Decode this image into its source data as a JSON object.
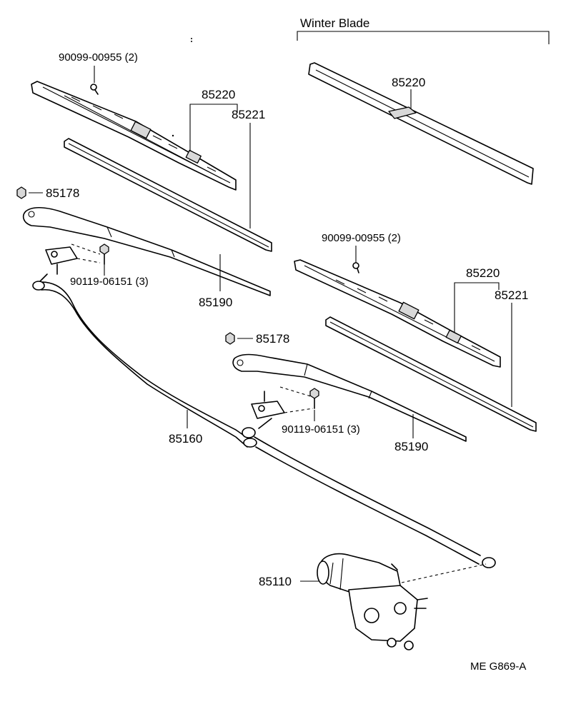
{
  "header": {
    "winter_blade_label": "Winter Blade"
  },
  "labels": {
    "screw_a_left": "90099-00955 (2)",
    "screw_a_right": "90099-00955 (2)",
    "blade_assy_left": "85220",
    "blade_rubber_left": "85221",
    "blade_winter": "85220",
    "blade_assy_right": "85220",
    "blade_rubber_right": "85221",
    "nut_left": "85178",
    "nut_right": "85178",
    "bolt_left": "90119-06151 (3)",
    "bolt_right": "90119-06151 (3)",
    "arm_left": "85190",
    "arm_right": "85190",
    "link": "85160",
    "motor": "85110"
  },
  "footer": {
    "code": "ME  G869-A"
  }
}
